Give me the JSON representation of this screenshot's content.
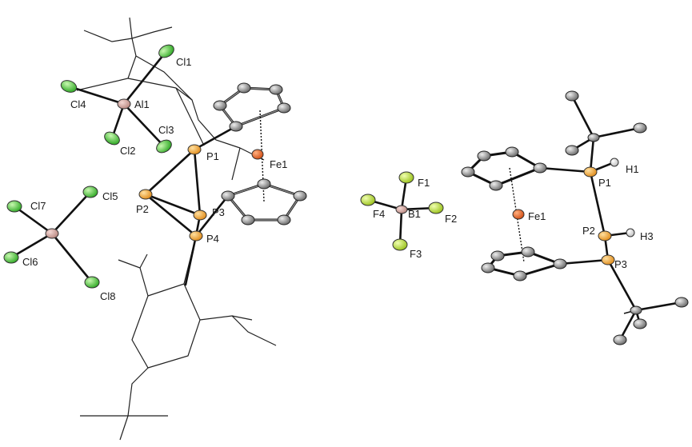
{
  "colors": {
    "background": "#ffffff",
    "bond": "#111111",
    "wire": "#222222",
    "carbon": "#777777",
    "phosphorus": "#f0a030",
    "iron": "#e8601c",
    "aluminum": "#d4a4a0",
    "boron": "#d4a4a0",
    "chlorine": "#4fd03a",
    "fluorine": "#b8e030",
    "hydrogen": "#eeeeee"
  },
  "labels": {
    "cl1": "Cl1",
    "cl2": "Cl2",
    "cl3": "Cl3",
    "cl4": "Cl4",
    "al1": "Al1",
    "p1": "P1",
    "p2": "P2",
    "p3": "P3",
    "p4": "P4",
    "fe1": "Fe1",
    "cl5": "Cl5",
    "cl6": "Cl6",
    "cl7": "Cl7",
    "cl8": "Cl8",
    "f1": "F1",
    "f2": "F2",
    "f3": "F3",
    "f4": "F4",
    "b1": "B1",
    "fe1_right": "Fe1",
    "p1_right": "P1",
    "p2_right": "P2",
    "p3_right": "P3",
    "h1": "H1",
    "h3": "H3"
  }
}
